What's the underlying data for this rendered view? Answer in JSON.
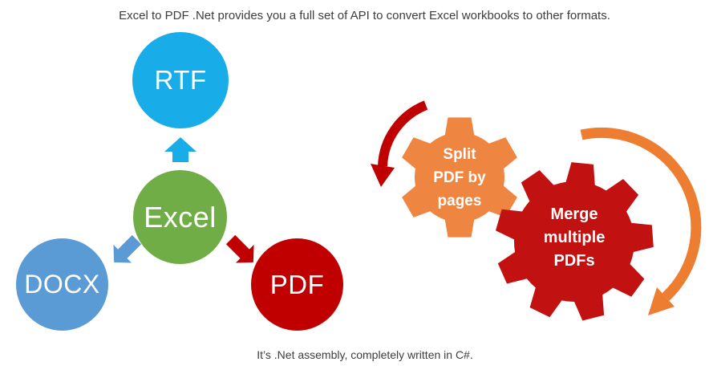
{
  "title": "Excel to PDF .Net provides you a full set of API to convert Excel workbooks to other formats.",
  "footer": "It’s .Net assembly, completely written in C#.",
  "converter_diagram": {
    "source": {
      "label": "Excel",
      "color": "#70AD47"
    },
    "targets": [
      {
        "label": "RTF",
        "color": "#18ACE8"
      },
      {
        "label": "DOCX",
        "color": "#5B9BD5"
      },
      {
        "label": "PDF",
        "color": "#C00000"
      }
    ]
  },
  "feature_gears": {
    "split": {
      "lines": [
        "Split",
        "PDF by",
        "pages"
      ],
      "gear_color": "#EE8641",
      "arrow_color": "#C00000"
    },
    "merge": {
      "lines": [
        "Merge",
        "multiple",
        "PDFs"
      ],
      "gear_color": "#C11111",
      "arrow_color": "#ED7D31"
    }
  }
}
